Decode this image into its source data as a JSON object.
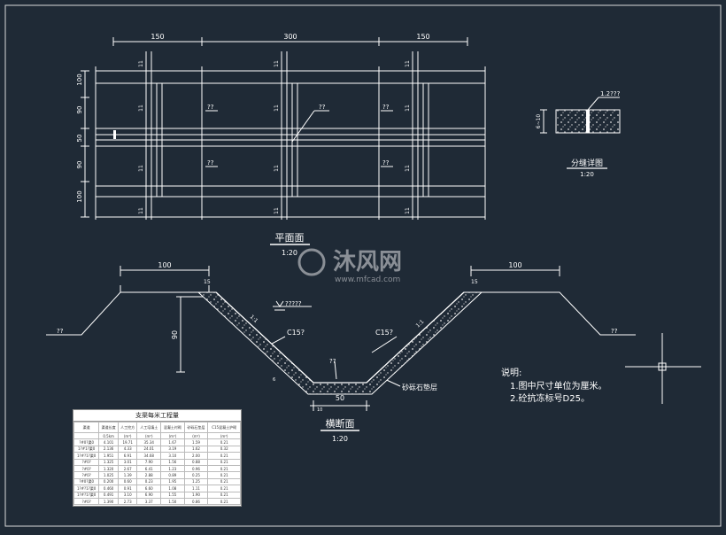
{
  "colors": {
    "background": "#1f2a36",
    "line": "#ffffff",
    "border": "#d9d9d9",
    "watermark": "#8a8f96"
  },
  "plan": {
    "dim_left": "150",
    "dim_center": "300",
    "dim_right": "150",
    "dim_v1": "100",
    "dim_v2": "90",
    "dim_v3": "50",
    "dim_v4": "90",
    "dim_v5": "100",
    "tick_label": "11",
    "callout": "??",
    "title": "平面面",
    "scale": "1:20"
  },
  "joint_detail": {
    "label_top": "1.2???",
    "label_side": "6~10",
    "title": "分缝详图",
    "scale": "1:20"
  },
  "section": {
    "dim_left_top": "100",
    "dim_right_top": "100",
    "dim_left_small": "15",
    "dim_right_small": "15",
    "dim_height": "90",
    "dim_bottom": "50",
    "dim_bottom_small": "10",
    "dim_side_small": "6",
    "slope_left": "1:1",
    "slope_right": "1:1",
    "water_level": "?????",
    "concrete_left": "C15?",
    "concrete_right": "C15?",
    "bottom_callout": "??",
    "left_ground": "??",
    "right_ground": "??",
    "gravel_layer": "砂砾石垫层",
    "title": "横断面",
    "scale": "1:20"
  },
  "notes": {
    "heading": "说明:",
    "line1": "1.图中尺寸单位为厘米。",
    "line2": "2.砼抗冻标号D25。"
  },
  "watermark": {
    "cn": "沐风网",
    "url": "www.mfcad.com"
  },
  "table": {
    "title": "支渠每米工程量",
    "headers": [
      "渠道",
      "渠道长度",
      "人工挖方",
      "人工培填土",
      "混凝土衬砌",
      "砂砾石垫层",
      "C15混凝土护砌"
    ],
    "units": [
      "",
      "0.5km",
      "(m³)",
      "(m³)",
      "(m³)",
      "(m³)",
      "(m³)"
    ],
    "rows": [
      [
        "?#0?渠0",
        "4.101",
        "19.71",
        "35.34",
        "1.67",
        "1.59",
        "0.21"
      ],
      [
        "1?#1?渠0",
        "2.136",
        "4.33",
        "24.01",
        "3.19",
        "1.62",
        "0.32"
      ],
      [
        "1?#?1?渠0",
        "1.951",
        "6.91",
        "34.68",
        "3.10",
        "2.00",
        "0.21"
      ],
      [
        "?#0?",
        "1.325",
        "3.01",
        "7.90",
        "1.56",
        "0.88",
        "0.21"
      ],
      [
        "?#0?",
        "1.320",
        "2.67",
        "6.41",
        "1.23",
        "0.96",
        "0.21"
      ],
      [
        "?#0?",
        "1.025",
        "1.39",
        "2.88",
        "0.89",
        "0.25",
        "0.21"
      ],
      [
        "?#0?渠0",
        "0.200",
        "0.60",
        "0.23",
        "1.95",
        "1.25",
        "0.21"
      ],
      [
        "1?#?1?渠0",
        "0.460",
        "0.91",
        "6.60",
        "1.08",
        "1.11",
        "0.21"
      ],
      [
        "1?#?1?渠0",
        "0.491",
        "3.10",
        "6.90",
        "1.55",
        "1.90",
        "0.21"
      ],
      [
        "?#0?",
        "1.390",
        "2.73",
        "3.37",
        "1.50",
        "0.86",
        "0.21"
      ]
    ]
  }
}
